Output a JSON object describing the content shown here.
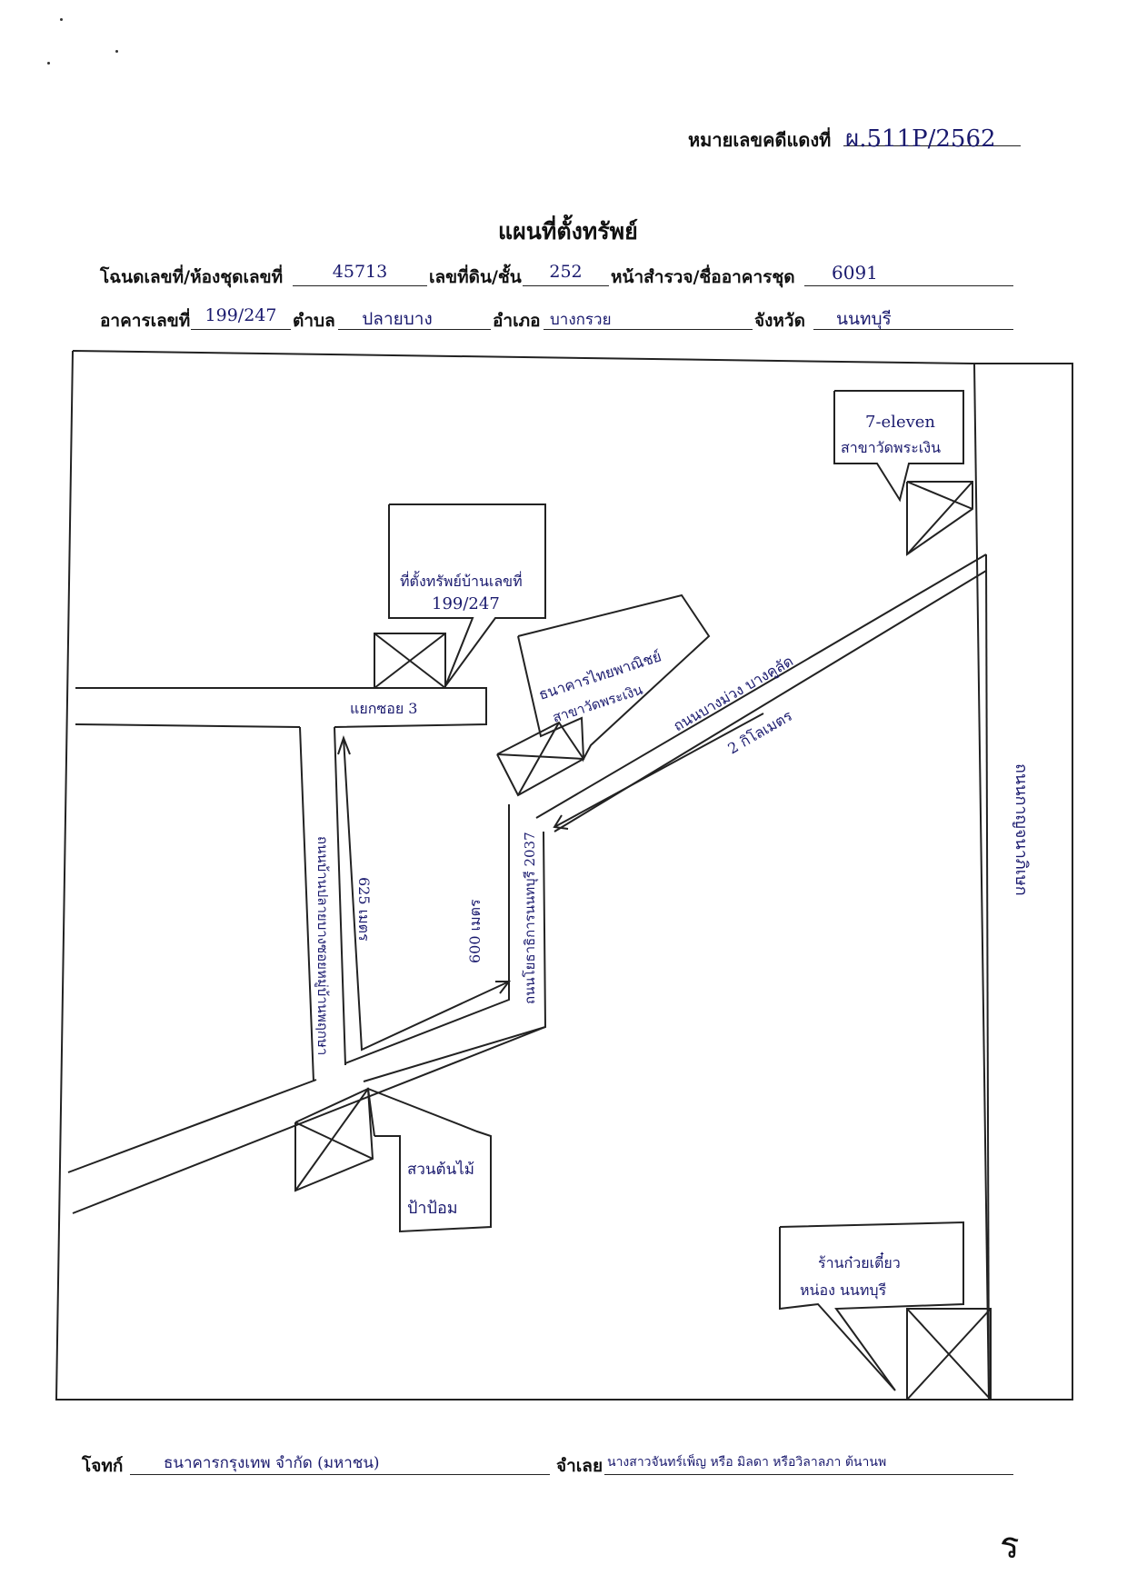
{
  "case": {
    "label": "หมายเลขคดีแดงที่",
    "value": "ผ.511P/2562"
  },
  "title": "แผนที่ตั้งทรัพย์",
  "info": {
    "deed_label": "โฉนดเลขที่/ห้องชุดเลขที่",
    "deed_value": "45713",
    "land_label": "เลขที่ดิน/ชั้น",
    "land_value": "252",
    "survey_label": "หน้าสำรวจ/ชื่ออาคารชุด",
    "survey_value": "6091",
    "building_label": "อาคารเลขที่",
    "building_value": "199/247",
    "subdistrict_label": "ตำบล",
    "subdistrict_value": "ปลายบาง",
    "district_label": "อำเภอ",
    "district_value": "บางกรวย",
    "province_label": "จังหวัด",
    "province_value": "นนทบุรี"
  },
  "map": {
    "box_711": "7-eleven",
    "box_711_sub": "สาขาวัดพระเงิน",
    "box_property_1": "ที่ตั้งทรัพย์บ้านเลขที่",
    "box_property_2": "199/247",
    "box_bank_1": "ธนาคารไทยพาณิชย์",
    "box_bank_2": "สาขาวัดพระเงิน",
    "junction": "แยกซอย 3",
    "road_bangmuang": "ถนนบางม่วง บางคูลัด",
    "dist_2km": "2 กิโลเมตร",
    "dist_625": "625 เมตร",
    "dist_600": "600 เมตร",
    "road_left": "ถนนบ้านปลายบางซอยหมู่บ้านพฤกษา",
    "road_middle": "ถนนโยธาธิการนนทบุรี 2037",
    "road_right": "ถนนกาญจนาภิเษก",
    "box_park_1": "สวนต้นไม้",
    "box_park_2": "ป้าป้อม",
    "box_shop_1": "ร้านก๋วยเตี๋ยว",
    "box_shop_2": "หน่อง นนทบุรี"
  },
  "footer": {
    "plaintiff_label": "โจทก์",
    "plaintiff_value": "ธนาคารกรุงเทพ จำกัด (มหาชน)",
    "defendant_label": "จำเลย",
    "defendant_value": "นางสาวจันทร์เพ็ญ หรือ มิลดา หรือวิลาลภา ต้นานพ"
  },
  "signature": "ร"
}
